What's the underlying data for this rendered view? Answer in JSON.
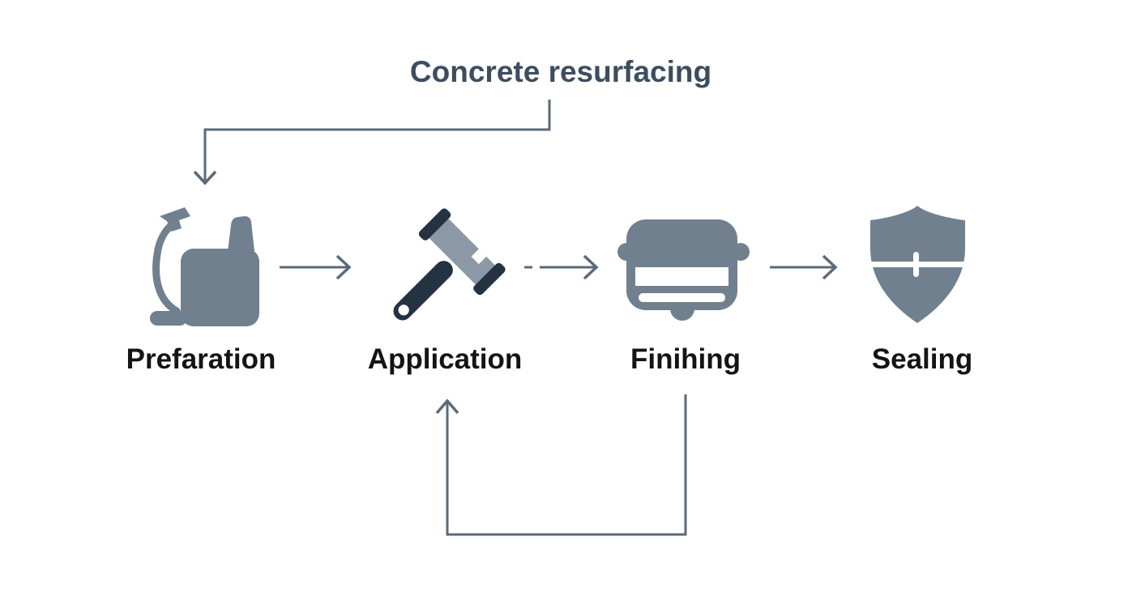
{
  "title": "Concrete resurfacing",
  "steps": [
    {
      "label": "Prefaration",
      "icon": "sprayer-icon"
    },
    {
      "label": "Application",
      "icon": "mallet-icon"
    },
    {
      "label": "Finihing",
      "icon": "float-icon"
    },
    {
      "label": "Sealing",
      "icon": "shield-icon"
    }
  ],
  "flow": {
    "sequence": [
      "Prefaration",
      "Application",
      "Finihing",
      "Sealing"
    ],
    "feedback_loop": {
      "from": "Finihing",
      "to": "Application"
    },
    "title_connects_to": "Prefaration"
  },
  "colors": {
    "background": "#ffffff",
    "title": "#3c4d5e",
    "label": "#141414",
    "line": "#5b6a79",
    "icon_slate": "#71808e",
    "icon_light": "#8c98a5",
    "icon_dark": "#243242"
  }
}
